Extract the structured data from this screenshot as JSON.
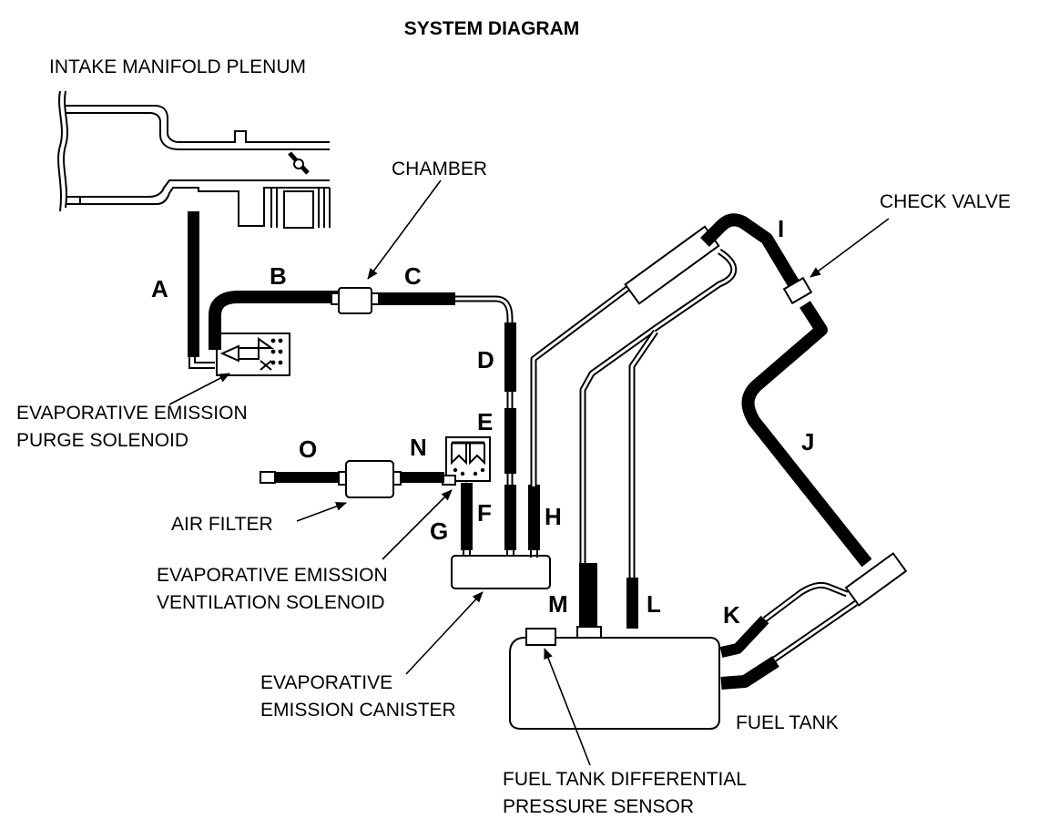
{
  "title": "SYSTEM DIAGRAM",
  "labels": {
    "intake_manifold_plenum": "INTAKE MANIFOLD PLENUM",
    "chamber": "CHAMBER",
    "check_valve": "CHECK VALVE",
    "purge_solenoid_line1": "EVAPORATIVE EMISSION",
    "purge_solenoid_line2": "PURGE SOLENOID",
    "air_filter": "AIR FILTER",
    "ventilation_solenoid_line1": "EVAPORATIVE EMISSION",
    "ventilation_solenoid_line2": "VENTILATION SOLENOID",
    "canister_line1": "EVAPORATIVE",
    "canister_line2": "EMISSION CANISTER",
    "fuel_tank": "FUEL TANK",
    "pressure_sensor_line1": "FUEL TANK DIFFERENTIAL",
    "pressure_sensor_line2": "PRESSURE SENSOR"
  },
  "hose_letters": {
    "a": "A",
    "b": "B",
    "c": "C",
    "d": "D",
    "e": "E",
    "f": "F",
    "g": "G",
    "h": "H",
    "i": "I",
    "j": "J",
    "k": "K",
    "l": "L",
    "m": "M",
    "n": "N",
    "o": "O"
  }
}
